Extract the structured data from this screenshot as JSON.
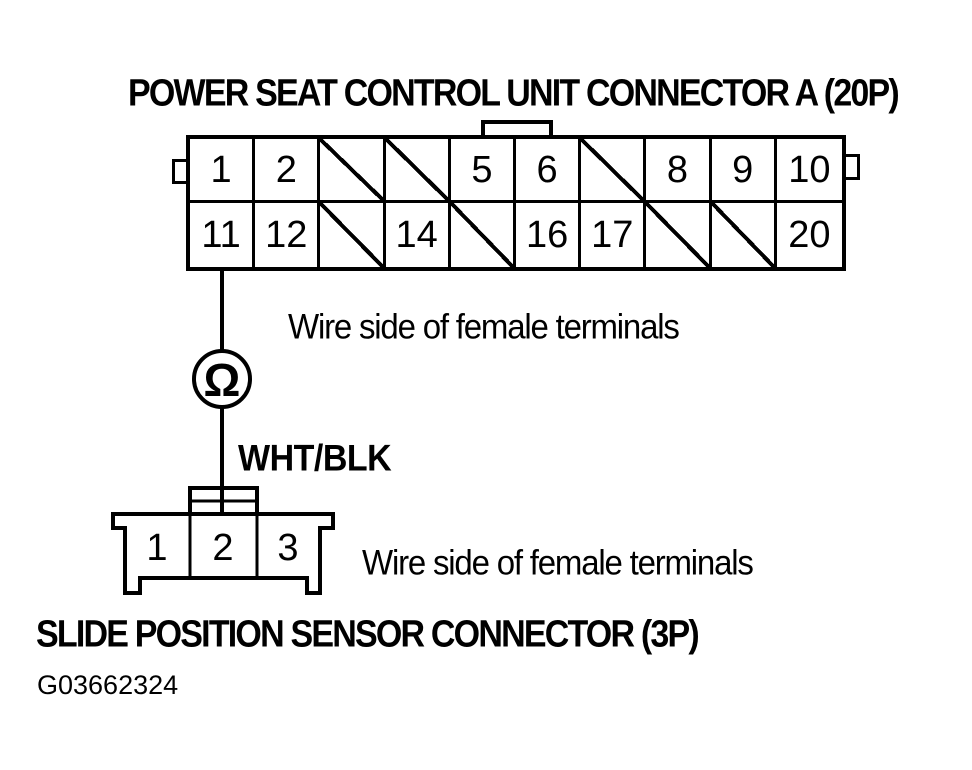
{
  "colors": {
    "ink": "#000000",
    "paper": "#ffffff"
  },
  "top_connector": {
    "title": "POWER SEAT CONTROL UNIT CONNECTOR A (20P)",
    "caption": "Wire side of female terminals",
    "rows": [
      [
        "1",
        "2",
        "",
        "",
        "5",
        "6",
        "",
        "8",
        "9",
        "10"
      ],
      [
        "11",
        "12",
        "",
        "14",
        "",
        "16",
        "17",
        "",
        "",
        "20"
      ]
    ],
    "crossed_positions_row1": [
      3,
      4,
      7
    ],
    "crossed_positions_row2": [
      13,
      15,
      18,
      19
    ]
  },
  "test_wire": {
    "symbol": "Ω",
    "wire_color_label": "WHT/BLK"
  },
  "bottom_connector": {
    "title": "SLIDE POSITION SENSOR CONNECTOR (3P)",
    "caption": "Wire side of female terminals",
    "pins": [
      "1",
      "2",
      "3"
    ]
  },
  "figure_id": "G03662324"
}
